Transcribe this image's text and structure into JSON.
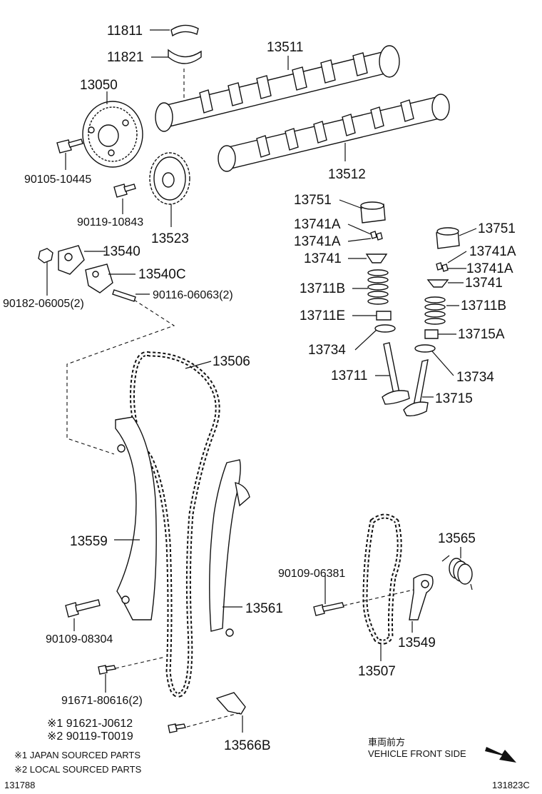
{
  "diagram_id": "131823C",
  "ref_code": "131788",
  "labels": {
    "p11811": "11811",
    "p11821": "11821",
    "p13511": "13511",
    "p13050": "13050",
    "p13512": "13512",
    "p90105": "90105-10445",
    "p90119a": "90119-10843",
    "p13523": "13523",
    "p13540": "13540",
    "p13540c": "13540C",
    "p90182": "90182-06005(2)",
    "p90116": "90116-06063(2)",
    "p13751a": "13751",
    "p13741a1": "13741A",
    "p13741a2": "13741A",
    "p13741l": "13741",
    "p13711b_l": "13711B",
    "p13711e": "13711E",
    "p13734l": "13734",
    "p13711": "13711",
    "p13751b": "13751",
    "p13741a3": "13741A",
    "p13741a4": "13741A",
    "p13741r": "13741",
    "p13711b_r": "13711B",
    "p13715a": "13715A",
    "p13734r": "13734",
    "p13715": "13715",
    "p13506": "13506",
    "p13559": "13559",
    "p13561": "13561",
    "p90109a": "90109-08304",
    "p91671": "91671-80616(2)",
    "p90109b": "90109-06381",
    "p13565": "13565",
    "p13549": "13549",
    "p13507": "13507",
    "p91621": "※1 91621-J0612",
    "p90119b": "※2 90119-T0019",
    "p13566b": "13566B"
  },
  "notes": {
    "note1": "※1 JAPAN SOURCED PARTS",
    "note2": "※2 LOCAL SOURCED PARTS"
  },
  "direction": {
    "jp": "車両前方",
    "en": "VEHICLE FRONT SIDE"
  }
}
